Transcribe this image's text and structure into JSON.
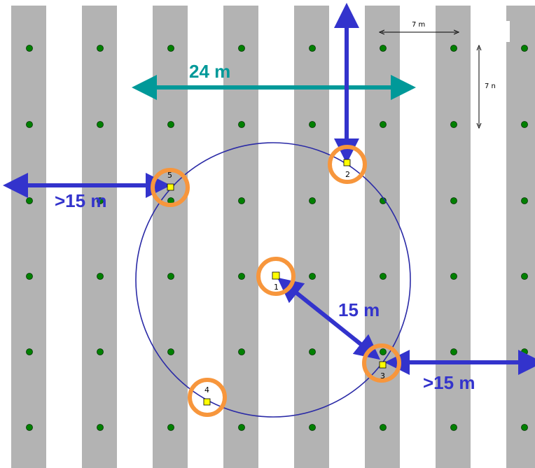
{
  "colors": {
    "stripe": "#b3b3b3",
    "background": "#ffffff",
    "tree_dot": "#008000",
    "tree_dot_stroke": "#003300",
    "circle": "#2a2aa6",
    "ring": "#f7963c",
    "square": "#ffff00",
    "arrow_blue": "#3333cc",
    "arrow_teal": "#009999",
    "label_blue": "#3333cc",
    "label_teal": "#009999"
  },
  "labels": {
    "dist_24": "24 m",
    "dist_15_left": ">15 m",
    "dist_15_center": "15 m",
    "dist_15_right": ">15 m",
    "scale_horizontal": "7 m",
    "scale_vertical": "7 n"
  },
  "plots": [
    {
      "id": "1",
      "label": "1"
    },
    {
      "id": "2",
      "label": "2"
    },
    {
      "id": "3",
      "label": "3"
    },
    {
      "id": "4",
      "label": "4"
    },
    {
      "id": "5",
      "label": "5"
    }
  ],
  "grid": {
    "columns": 8,
    "rows": 6
  }
}
